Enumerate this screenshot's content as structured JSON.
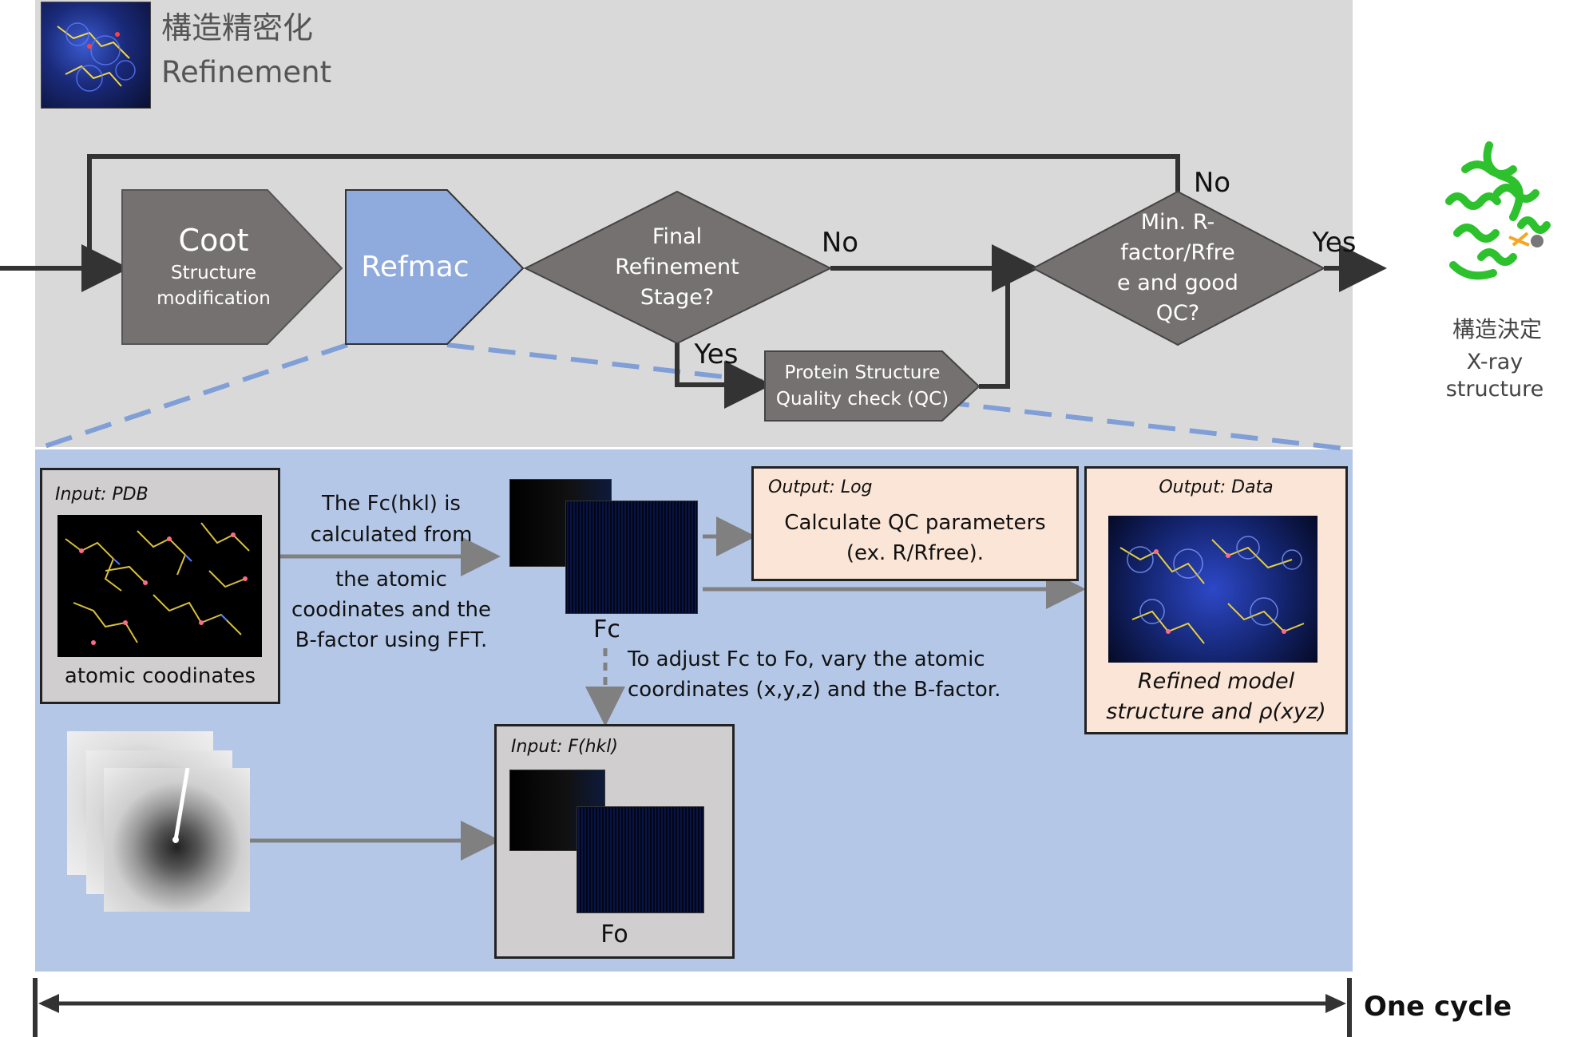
{
  "header": {
    "title_jp": "構造精密化",
    "title_en": "Refinement"
  },
  "flow": {
    "coot_title": "Coot",
    "coot_sub1": "Structure",
    "coot_sub2": "modification",
    "refmac": "Refmac",
    "final_q1": "Final",
    "final_q2": "Refinement",
    "final_q3": "Stage?",
    "no1": "No",
    "yes1": "Yes",
    "qc1": "Protein  Structure",
    "qc2": "Quality check (QC)",
    "minr1": "Min. R-",
    "minr2": "factor/Rfre",
    "minr3": "e and good",
    "minr4": "QC?",
    "no2": "No",
    "yes2": "Yes",
    "result_jp": "構造決定",
    "result_en": "X-ray structure"
  },
  "detail": {
    "input_pdb": "Input: PDB",
    "atomic": "atomic coodinates",
    "fc_text1": "The Fc(hkl) is",
    "fc_text2": "calculated from",
    "fc_text3": "the atomic",
    "fc_text4": "coodinates and the",
    "fc_text5": "B-factor using FFT.",
    "fc": "Fc",
    "log_label": "Output: Log",
    "log_text1": "Calculate QC parameters",
    "log_text2": "(ex. R/Rfree).",
    "data_label": "Output: Data",
    "refined1": "Refined model",
    "refined2": "structure and ρ(xyz)",
    "adjust1": "To adjust Fc to Fo, vary the atomic",
    "adjust2": "coordinates (x,y,z) and the B-factor.",
    "input_fhkl": "Input: F(hkl)",
    "fo": "Fo"
  },
  "cycle": "One cycle",
  "colors": {
    "top_bg": "#d9d9d9",
    "bottom_bg": "#b4c7e7",
    "shape_gray": "#767171",
    "refmac_blue": "#8faadc",
    "dashed_blue": "#7f9fd6",
    "peach": "#fbe5d6",
    "box_gray": "#d0cece"
  }
}
